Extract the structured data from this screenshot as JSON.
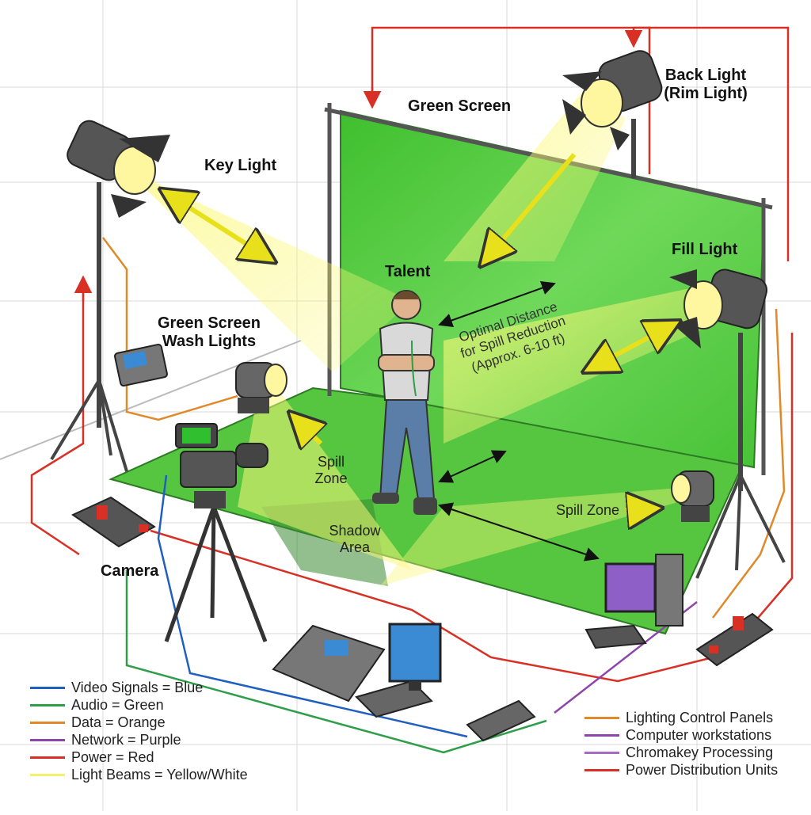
{
  "labels": {
    "key_light": "Key Light",
    "green_screen": "Green Screen",
    "back_light_line1": "Back Light",
    "back_light_line2": "(Rim Light)",
    "fill_light": "Fill Light",
    "talent": "Talent",
    "wash_line1": "Green Screen",
    "wash_line2": "Wash Lights",
    "optimal_line1": "Optimal Distance",
    "optimal_line2": "for Spill Reduction",
    "optimal_line3": "(Approx. 6-10 ft)",
    "spill_zone_left_line1": "Spill",
    "spill_zone_left_line2": "Zone",
    "spill_zone_right": "Spill Zone",
    "shadow_line1": "Shadow",
    "shadow_line2": "Area",
    "camera": "Camera"
  },
  "legend_left": [
    {
      "text": "Video Signals = Blue",
      "color": "#1f5fbf"
    },
    {
      "text": "Audio = Green",
      "color": "#2e9e48"
    },
    {
      "text": "Data = Orange",
      "color": "#e0892a"
    },
    {
      "text": "Network = Purple",
      "color": "#8e44ad"
    },
    {
      "text": "Power = Red",
      "color": "#d93025"
    },
    {
      "text": "Light Beams = Yellow/White",
      "color": "#f4f06a"
    }
  ],
  "legend_right": [
    {
      "text": "Lighting Control Panels",
      "color": "#e0892a"
    },
    {
      "text": "Computer workstations",
      "color": "#8e44ad"
    },
    {
      "text": "Chromakey Processing",
      "color": "#a56bc7"
    },
    {
      "text": "Power Distribution Units",
      "color": "#d93025"
    }
  ],
  "colors": {
    "screen_green": "#4cc83a",
    "floor_green": "#56c640",
    "light_beam": "#f6f25a",
    "video": "#1f5fbf",
    "audio": "#2e9e48",
    "data": "#e0892a",
    "network": "#8e44ad",
    "power": "#d93025"
  }
}
